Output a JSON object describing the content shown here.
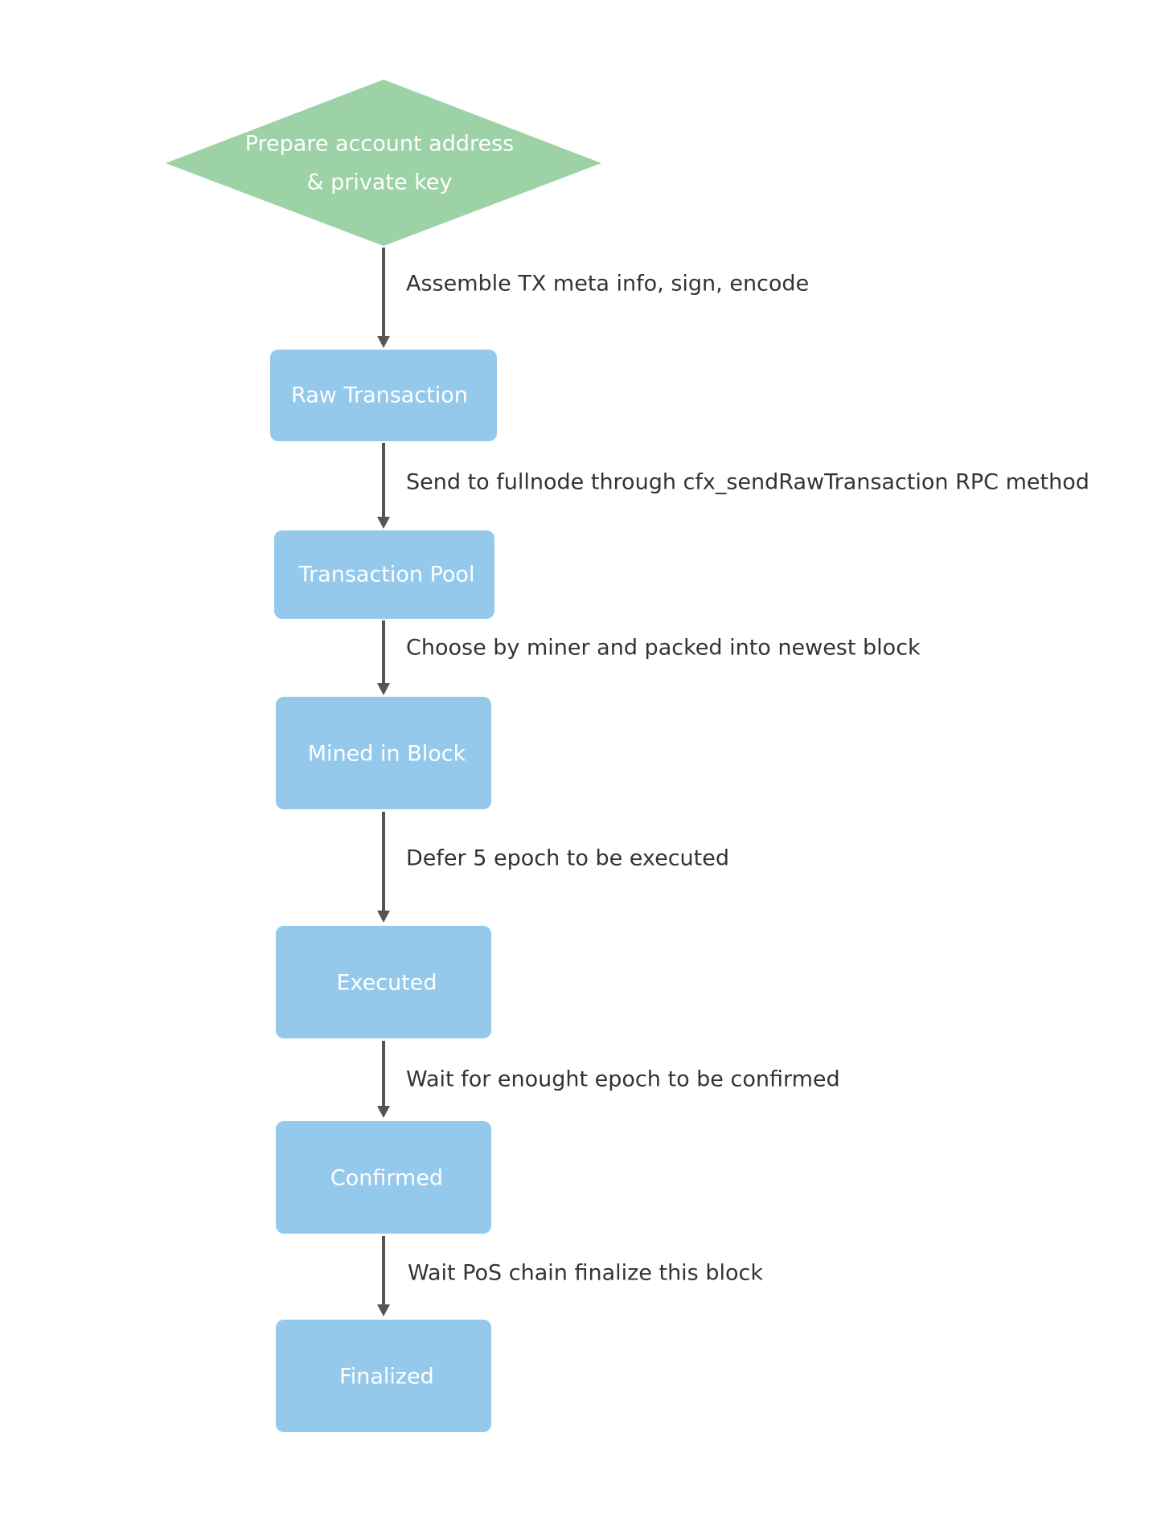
{
  "colors": {
    "decision": "#9dd2a6",
    "process": "#94c9ec",
    "edge": "#555555",
    "node_text": "#ffffff",
    "edge_text": "#333333"
  },
  "nodes": {
    "start": {
      "line1": "Prepare account address",
      "line2": "& private key"
    },
    "raw_transaction": "Raw Transaction",
    "transaction_pool": "Transaction Pool",
    "mined_in_block": "Mined in Block",
    "executed": "Executed",
    "confirmed": "Confirmed",
    "finalized": "Finalized"
  },
  "edges": {
    "assemble": "Assemble TX meta info, sign, encode",
    "send": "Send to fullnode through cfx_sendRawTransaction RPC method",
    "choose": "Choose by miner and packed into newest block",
    "defer": "Defer 5 epoch to be executed",
    "wait_confirm": "Wait for enought epoch to be confirmed",
    "wait_pos": "Wait PoS chain finalize this block"
  }
}
